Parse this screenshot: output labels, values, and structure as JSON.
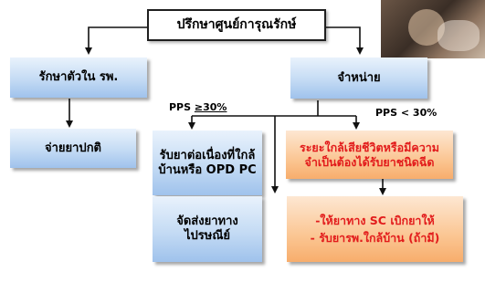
{
  "nodes": {
    "center_consult": "ปรึกษาศูนย์การุณรักษ์",
    "hospital_care": "รักษาตัวใน รพ.",
    "discharge": "จำหน่าย",
    "normal_meds": "จ่ายยาปกติ",
    "continue_meds": "รับยาต่อเนื่องที่ใกล้บ้านหรือ OPD PC",
    "end_of_life": "ระยะใกล้เสียชีวิตหรือมีความจำเป็นต้องได้รับยาชนิดฉีด",
    "mail_meds": "จัดส่งยาทางไปรษณีย์",
    "sc_meds_line1": "-ให้ยาทาง SC เบิกยาให้",
    "sc_meds_line2": "- รับยารพ.ใกล้บ้าน (ถ้ามี)"
  },
  "labels": {
    "pps_high_prefix": "PPS ",
    "pps_high_value": "≥30%",
    "pps_low": "PPS < 30%"
  },
  "colors": {
    "blue_box": "#c4dbf4",
    "orange_box": "#fbc693",
    "red_text": "#e21b1b"
  }
}
